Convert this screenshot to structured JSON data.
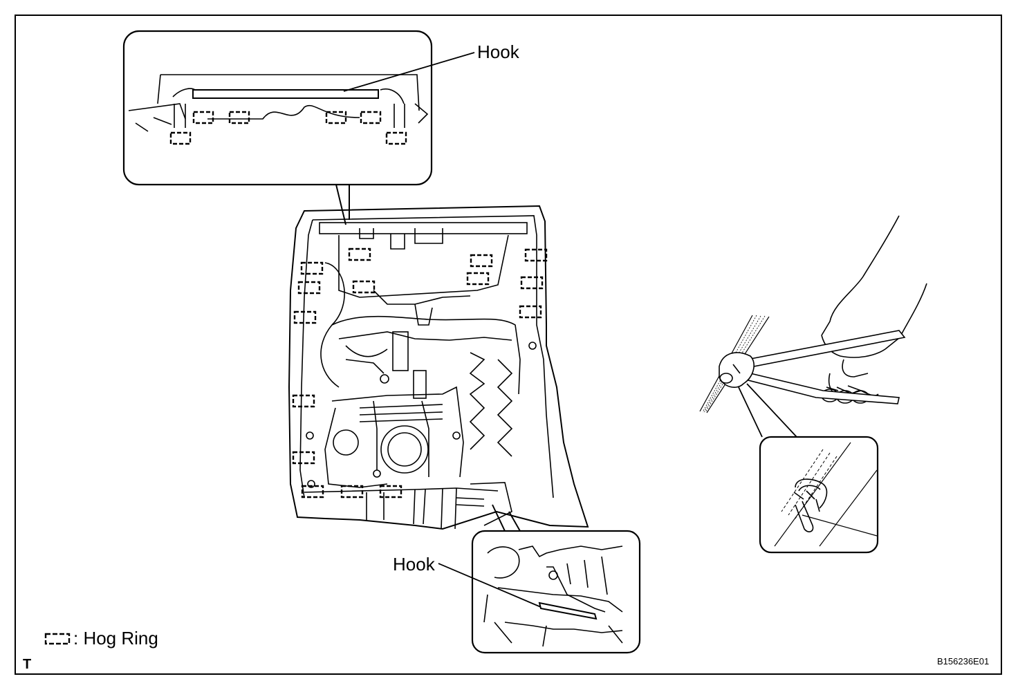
{
  "labels": {
    "hook_top": "Hook",
    "hook_bottom": "Hook",
    "legend_text": ": Hog Ring",
    "corner_mark": "T",
    "figure_code": "B156236E01"
  },
  "icons": {
    "legend": "hog-ring-symbol-icon",
    "hand": "hand-with-pliers-icon",
    "clip": "hog-ring-clip-icon"
  },
  "colors": {
    "line": "#000000",
    "background": "#ffffff"
  }
}
